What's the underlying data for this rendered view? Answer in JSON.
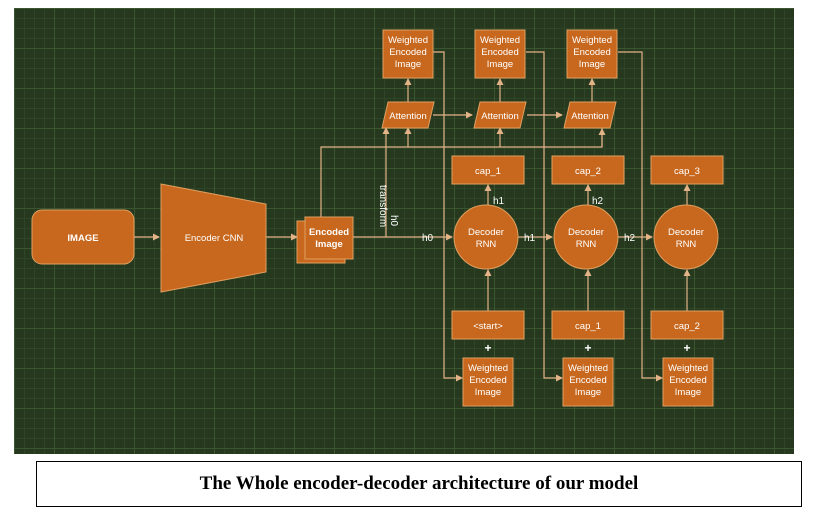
{
  "colors": {
    "background": "#26391f",
    "node_fill": "#c8681e",
    "edge": "#e3b388",
    "text": "#ffffff"
  },
  "nodes": {
    "image": "IMAGE",
    "encoder": "Encoder CNN",
    "encoded_image": [
      "Encoded",
      "Image"
    ],
    "weighted": [
      "Weighted",
      "Encoded",
      "Image"
    ],
    "attention": "Attention",
    "decoder": [
      "Decoder",
      "RNN"
    ],
    "captions_out": [
      "cap_1",
      "cap_2",
      "cap_3"
    ],
    "captions_in": [
      "<start>",
      "cap_1",
      "cap_2"
    ],
    "plus": "+"
  },
  "edge_labels": {
    "h0": "h0",
    "h1": "h1",
    "h2": "h2",
    "transform": "transform"
  },
  "caption": "The Whole encoder-decoder architecture of our model"
}
